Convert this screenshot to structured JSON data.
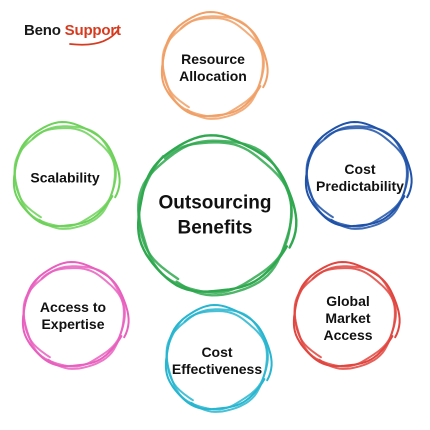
{
  "logo": {
    "word1": "Beno",
    "word2": "Support",
    "color1": "#1a1a1a",
    "color2": "#d63b1f",
    "swoosh_color": "#d63b1f"
  },
  "center": {
    "label": "Outsourcing\nBenefits",
    "color": "#2fa84f"
  },
  "nodes": [
    {
      "id": "resource-allocation",
      "label": "Resource\nAllocation",
      "color": "#f0a066"
    },
    {
      "id": "cost-predictability",
      "label": "Cost\nPredictability",
      "color": "#1f52a8"
    },
    {
      "id": "global-market-access",
      "label": "Global\nMarket\nAccess",
      "color": "#e0463f"
    },
    {
      "id": "cost-effectiveness",
      "label": "Cost\nEffectiveness",
      "color": "#28b5cf"
    },
    {
      "id": "access-to-expertise",
      "label": "Access to\nExpertise",
      "color": "#e860be"
    },
    {
      "id": "scalability",
      "label": "Scalability",
      "color": "#6ed15a"
    }
  ]
}
